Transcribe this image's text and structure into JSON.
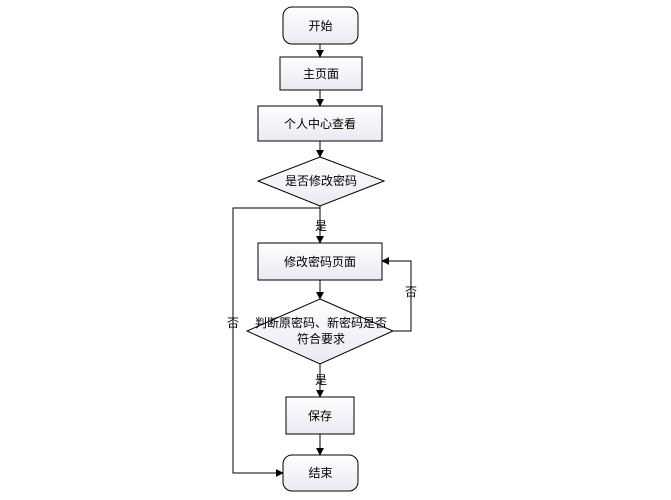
{
  "flowchart": {
    "nodes": {
      "start": "开始",
      "main_page": "主页面",
      "profile_view": "个人中心查看",
      "decision_change_password": "是否修改密码",
      "change_password_page": "修改密码页面",
      "decision_validate_line1": "判断原密码、新密码是否",
      "decision_validate_line2": "符合要求",
      "save": "保存",
      "end": "结束"
    },
    "edge_labels": {
      "yes_to_change_page": "是",
      "no_to_end": "否",
      "no_back_to_change_page": "否",
      "yes_to_save": "是"
    }
  }
}
